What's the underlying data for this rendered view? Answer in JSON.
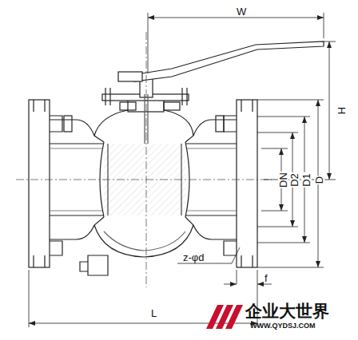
{
  "diagram": {
    "labels": [
      "W",
      "H",
      "DN",
      "D2",
      "D1",
      "D",
      "z-φd",
      "f",
      "L",
      "企业大世界",
      "WWW.QYDSJ.COM"
    ]
  }
}
